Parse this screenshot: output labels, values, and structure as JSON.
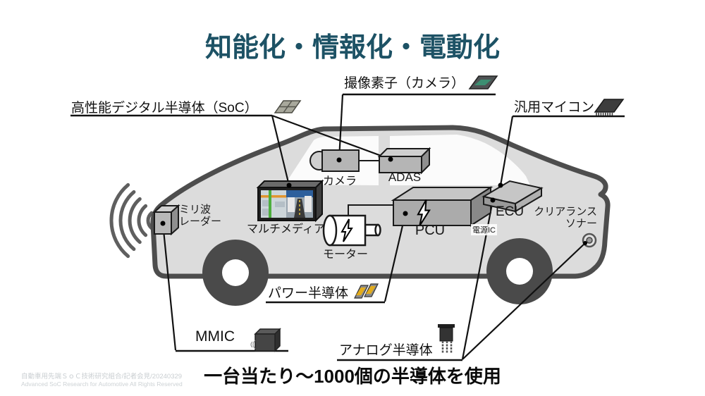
{
  "slide": {
    "title": "知能化・情報化・電動化",
    "headline": "一台当たり～1000個の半導体を使用",
    "footer_line1": "自動車用先端ＳｏＣ技術研究組合/記者会見/20240329",
    "footer_line2": "Advanced SoC Research for Automotive All Rights Reserved"
  },
  "callouts": {
    "soc": "高性能デジタル半導体（SoC）",
    "image_sensor": "撮像素子（カメラ）",
    "mcu": "汎用マイコン",
    "power_semi": "パワー半導体",
    "mmic": "MMIC",
    "analog_semi": "アナログ半導体"
  },
  "components": {
    "camera": "カメラ",
    "adas": "ADAS",
    "multimedia": "マルチメディア",
    "radar_line1": "ミリ波",
    "radar_line2": "レーダー",
    "motor": "モーター",
    "pcu": "PCU",
    "ecu": "ECU",
    "power_ic": "電源IC",
    "sonar_line1": "クリアランス",
    "sonar_line2": "ソナー"
  },
  "icons": {
    "soc": "soc-chip-icon",
    "image_sensor": "image-sensor-chip-icon",
    "mcu": "microcontroller-chip-icon",
    "power_semi": "power-module-icon",
    "mmic": "mmic-chip-icon",
    "analog_semi": "transistor-icon",
    "radar": "radar-waves-icon",
    "bolt": "lightning-bolt-icon"
  },
  "colors": {
    "title": "#1d5265",
    "car_body": "#dcdcdc",
    "car_outline": "#4d4d4d",
    "component_box": "#b0b0b0",
    "callout_line": "#111111",
    "power_chip_gold": "#e3ac1c",
    "sensor_green": "#3c8f72",
    "footer_text": "#c9ced1"
  }
}
